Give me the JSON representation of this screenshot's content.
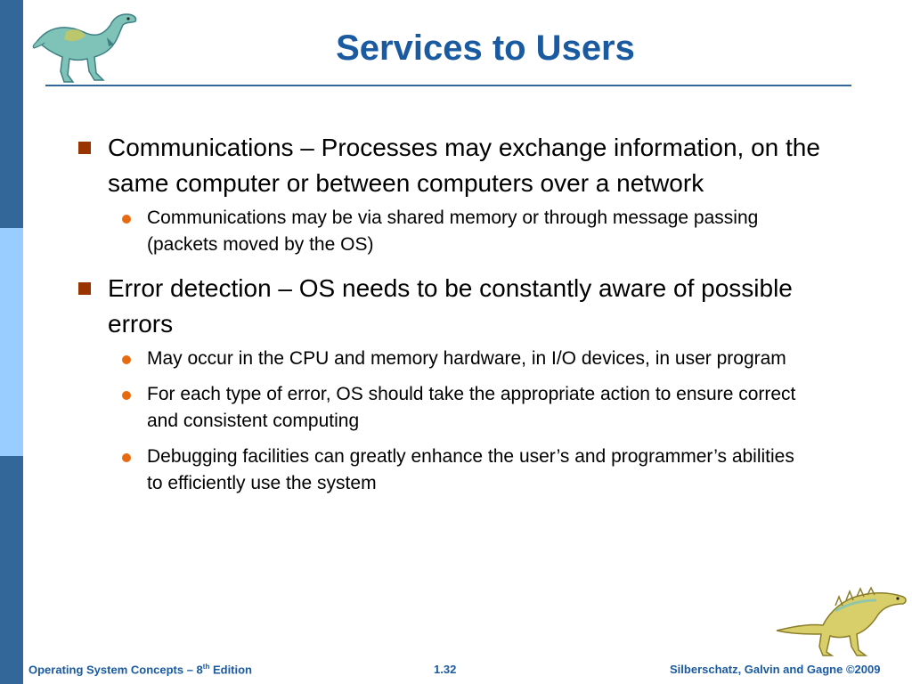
{
  "slide": {
    "title": "Services to Users",
    "bullets": [
      {
        "text": "Communications – Processes may exchange information, on the same computer or between computers over a network",
        "sub": [
          "Communications may be via shared memory or through message passing (packets moved by the OS)"
        ]
      },
      {
        "text": "Error detection – OS needs to be constantly aware of possible errors",
        "sub": [
          "May occur in the CPU and memory hardware, in I/O devices, in user program",
          "For each type of error, OS should take the appropriate action to ensure correct and consistent computing",
          "Debugging facilities can greatly enhance the user’s and programmer’s abilities to efficiently use the system"
        ]
      }
    ]
  },
  "footer": {
    "book_prefix": "Operating System Concepts – 8",
    "book_sup": "th",
    "book_suffix": " Edition",
    "page_number": "1.32",
    "copyright": "Silberschatz, Galvin and Gagne ©2009"
  },
  "colors": {
    "title": "#1a5aa0",
    "bar_dark": "#336699",
    "bar_light": "#99ccff",
    "square_bullet": "#993300",
    "round_bullet": "#e86a10"
  }
}
